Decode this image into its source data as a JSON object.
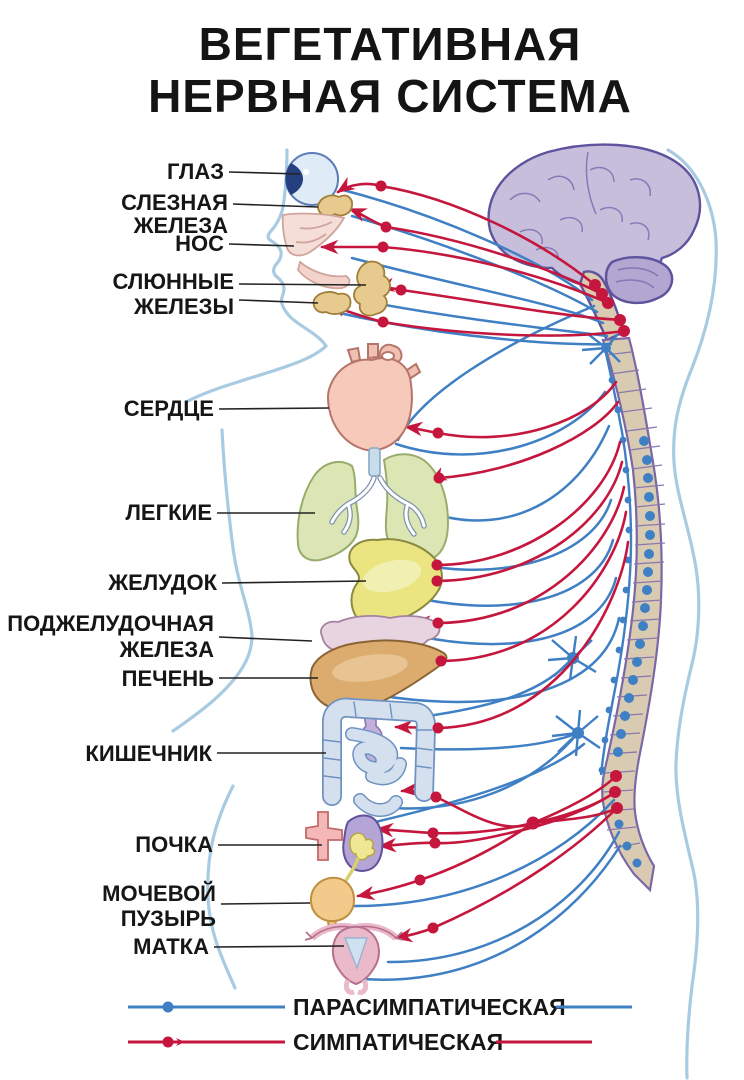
{
  "title": {
    "line1": "ВЕГЕТАТИВНАЯ",
    "line2": "НЕРВНАЯ СИСТЕМА"
  },
  "organ_labels": [
    {
      "id": "eye",
      "lines": [
        "ГЛАЗ"
      ]
    },
    {
      "id": "lacrimal-gland",
      "lines": [
        "СЛЕЗНАЯ",
        "ЖЕЛЕЗА"
      ]
    },
    {
      "id": "nose",
      "lines": [
        "НОС"
      ]
    },
    {
      "id": "salivary-glands",
      "lines": [
        "СЛЮННЫЕ",
        "ЖЕЛЕЗЫ"
      ]
    },
    {
      "id": "heart",
      "lines": [
        "СЕРДЦЕ"
      ]
    },
    {
      "id": "lungs",
      "lines": [
        "ЛЕГКИЕ"
      ]
    },
    {
      "id": "stomach",
      "lines": [
        "ЖЕЛУДОК"
      ]
    },
    {
      "id": "pancreas",
      "lines": [
        "ПОДЖЕЛУДОЧНАЯ",
        "ЖЕЛЕЗА"
      ]
    },
    {
      "id": "liver",
      "lines": [
        "ПЕЧЕНЬ"
      ]
    },
    {
      "id": "intestine",
      "lines": [
        "КИШЕЧНИК"
      ]
    },
    {
      "id": "kidney",
      "lines": [
        "ПОЧКА"
      ]
    },
    {
      "id": "bladder",
      "lines": [
        "МОЧЕВОЙ",
        "ПУЗЫРЬ"
      ]
    },
    {
      "id": "uterus",
      "lines": [
        "МАТКА"
      ]
    }
  ],
  "legend": [
    {
      "label": "ПАРАСИМПАТИЧЕСКАЯ",
      "color": "#3f7fc4"
    },
    {
      "label": "СИМПАТИЧЕСКАЯ",
      "color": "#c5173e"
    }
  ],
  "colors": {
    "parasympathetic": "#3f7fc4",
    "sympathetic": "#c5173e",
    "silhouette": "#a9cbe2",
    "brain_fill": "#c6bedb",
    "brain_stroke": "#5f539e",
    "cerebellum_fill": "#b3a6d0",
    "spine_fill": "#d9cbb1",
    "spine_stroke": "#7a68a6",
    "eye_fill": "#dfecf7",
    "gland_fill": "#e7cb8e",
    "nose_fill": "#f6ded8",
    "heart_fill": "#f6c9ba",
    "lungs_fill": "#dbe6b4",
    "stomach_fill": "#eae481",
    "pancreas_fill": "#e8d3e0",
    "liver_fill": "#dcab6e",
    "intestine_fill": "#d4e0ee",
    "kidney_fill": "#b4a5d6",
    "bladder_fill": "#f2ca8c",
    "uterus_fill": "#eab9ca"
  }
}
